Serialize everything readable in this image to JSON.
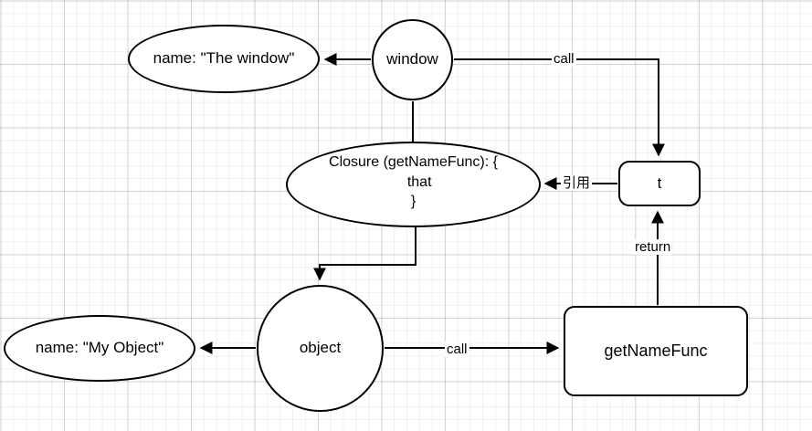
{
  "diagram": {
    "title": "JavaScript closure and this-binding diagram",
    "background": "#ffffff",
    "grid_color": "#e8e8e8",
    "stroke_color": "#000000",
    "nodes": [
      {
        "id": "window-name",
        "label": "name: \"The window\"",
        "shape": "ellipse"
      },
      {
        "id": "window",
        "label": "window",
        "shape": "circle"
      },
      {
        "id": "closure",
        "label": "Closure (getNameFunc): {\n   that\n}",
        "shape": "ellipse"
      },
      {
        "id": "t",
        "label": "t",
        "shape": "rounded-rect"
      },
      {
        "id": "object-name",
        "label": "name: \"My Object\"",
        "shape": "ellipse"
      },
      {
        "id": "object",
        "label": "object",
        "shape": "circle"
      },
      {
        "id": "getnamefunc",
        "label": "getNameFunc",
        "shape": "rounded-rect"
      }
    ],
    "edges": [
      {
        "id": "window-to-window-name",
        "from": "window",
        "to": "window-name",
        "label": ""
      },
      {
        "id": "window-to-t",
        "from": "window",
        "to": "t",
        "label": "call"
      },
      {
        "id": "window-to-closure",
        "from": "window",
        "to": "closure",
        "label": ""
      },
      {
        "id": "t-to-closure",
        "from": "t",
        "to": "closure",
        "label": "引用"
      },
      {
        "id": "closure-to-object",
        "from": "closure",
        "to": "object",
        "label": ""
      },
      {
        "id": "object-to-object-name",
        "from": "object",
        "to": "object-name",
        "label": ""
      },
      {
        "id": "object-to-getnamefunc",
        "from": "object",
        "to": "getnamefunc",
        "label": "call"
      },
      {
        "id": "getnamefunc-to-t",
        "from": "getnamefunc",
        "to": "t",
        "label": "return"
      }
    ]
  }
}
